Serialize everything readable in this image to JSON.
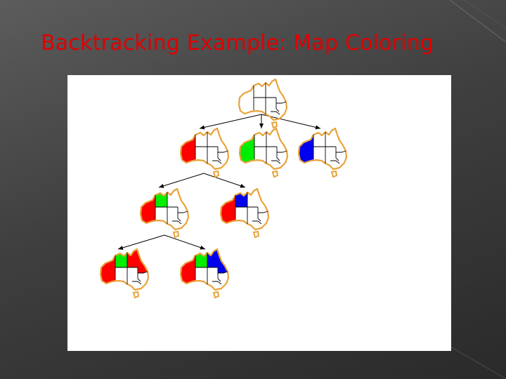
{
  "slide": {
    "title": "Backtracking Example: Map Coloring"
  },
  "colors": {
    "title": "#e00000",
    "outline": "#e8a33a",
    "region_red": "#ff0000",
    "region_green": "#00ee00",
    "region_blue": "#0000ee",
    "edge": "#000000",
    "panel": "#ffffff"
  },
  "search_tree": {
    "nodes": [
      {
        "id": "root",
        "level": 0,
        "assignment": {
          "WA": null,
          "NT": null,
          "Q": null
        }
      },
      {
        "id": "r",
        "level": 1,
        "assignment": {
          "WA": "red",
          "NT": null,
          "Q": null
        }
      },
      {
        "id": "g",
        "level": 1,
        "assignment": {
          "WA": "green",
          "NT": null,
          "Q": null
        }
      },
      {
        "id": "b",
        "level": 1,
        "assignment": {
          "WA": "blue",
          "NT": null,
          "Q": null
        }
      },
      {
        "id": "rg",
        "level": 2,
        "assignment": {
          "WA": "red",
          "NT": "green",
          "Q": null
        }
      },
      {
        "id": "rb",
        "level": 2,
        "assignment": {
          "WA": "red",
          "NT": "blue",
          "Q": null
        }
      },
      {
        "id": "rgr",
        "level": 3,
        "assignment": {
          "WA": "red",
          "NT": "green",
          "Q": "red"
        }
      },
      {
        "id": "rgb",
        "level": 3,
        "assignment": {
          "WA": "red",
          "NT": "green",
          "Q": "blue"
        }
      }
    ],
    "edges": [
      [
        "root",
        "r"
      ],
      [
        "root",
        "g"
      ],
      [
        "root",
        "b"
      ],
      [
        "r",
        "rg"
      ],
      [
        "r",
        "rb"
      ],
      [
        "rg",
        "rgr"
      ],
      [
        "rg",
        "rgb"
      ]
    ]
  }
}
